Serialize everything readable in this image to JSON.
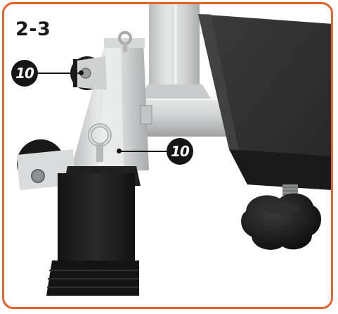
{
  "step": {
    "label": "2-3"
  },
  "callouts": [
    {
      "number": "10"
    },
    {
      "number": "10"
    }
  ],
  "colors": {
    "frame_border": "#e8602c",
    "callout_fill": "#161616",
    "callout_text": "#ffffff"
  }
}
